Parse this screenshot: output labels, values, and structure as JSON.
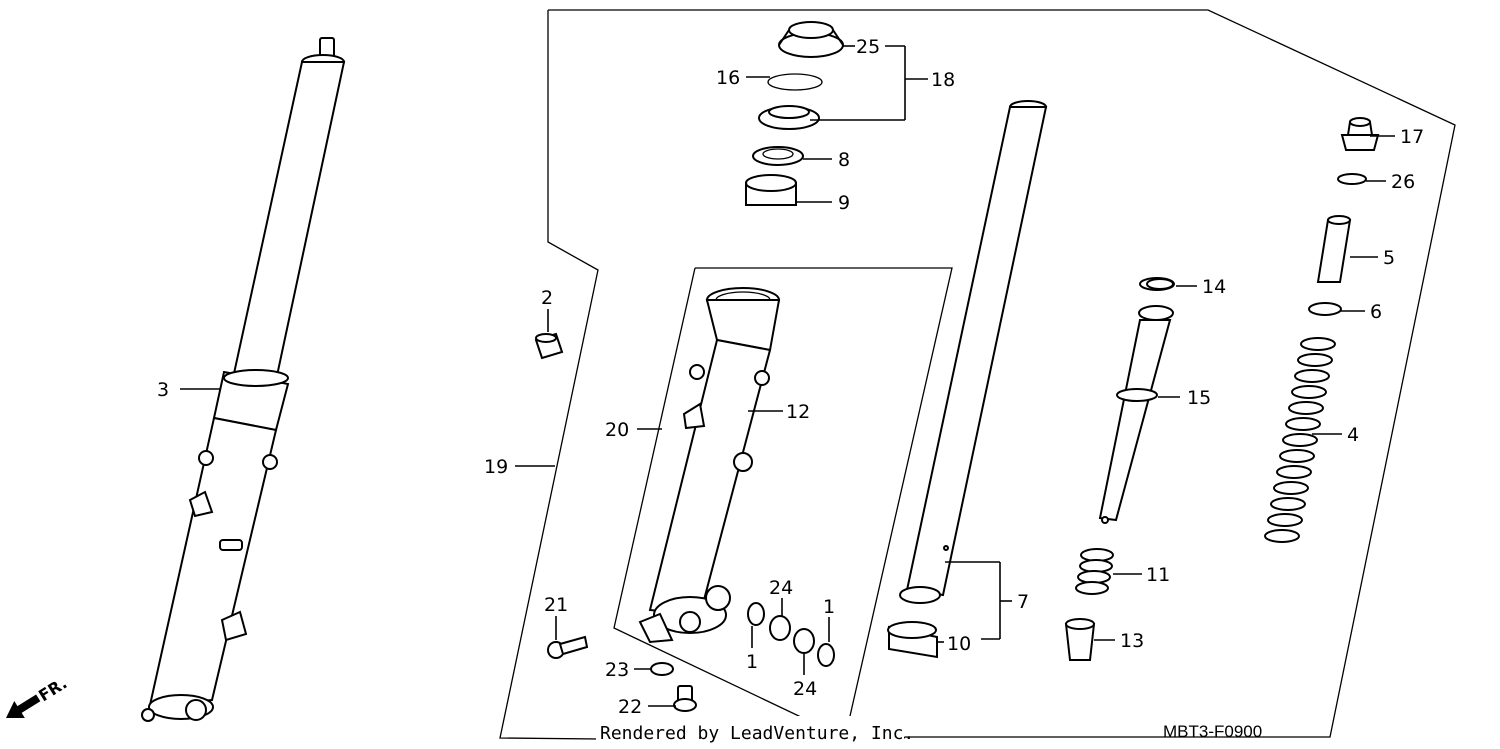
{
  "diagram": {
    "callouts": {
      "c1a": "1",
      "c1b": "1",
      "c2": "2",
      "c3": "3",
      "c4": "4",
      "c5": "5",
      "c6": "6",
      "c7": "7",
      "c8": "8",
      "c9": "9",
      "c10": "10",
      "c11": "11",
      "c12": "12",
      "c13": "13",
      "c14": "14",
      "c15": "15",
      "c16": "16",
      "c17": "17",
      "c18": "18",
      "c19": "19",
      "c20": "20",
      "c21": "21",
      "c22": "22",
      "c23": "23",
      "c24a": "24",
      "c24b": "24",
      "c25": "25",
      "c26": "26"
    },
    "front_indicator": "FR.",
    "watermark": "Rendered by LeadVenture, Inc.",
    "diagram_code": "MBT3-F0900"
  }
}
